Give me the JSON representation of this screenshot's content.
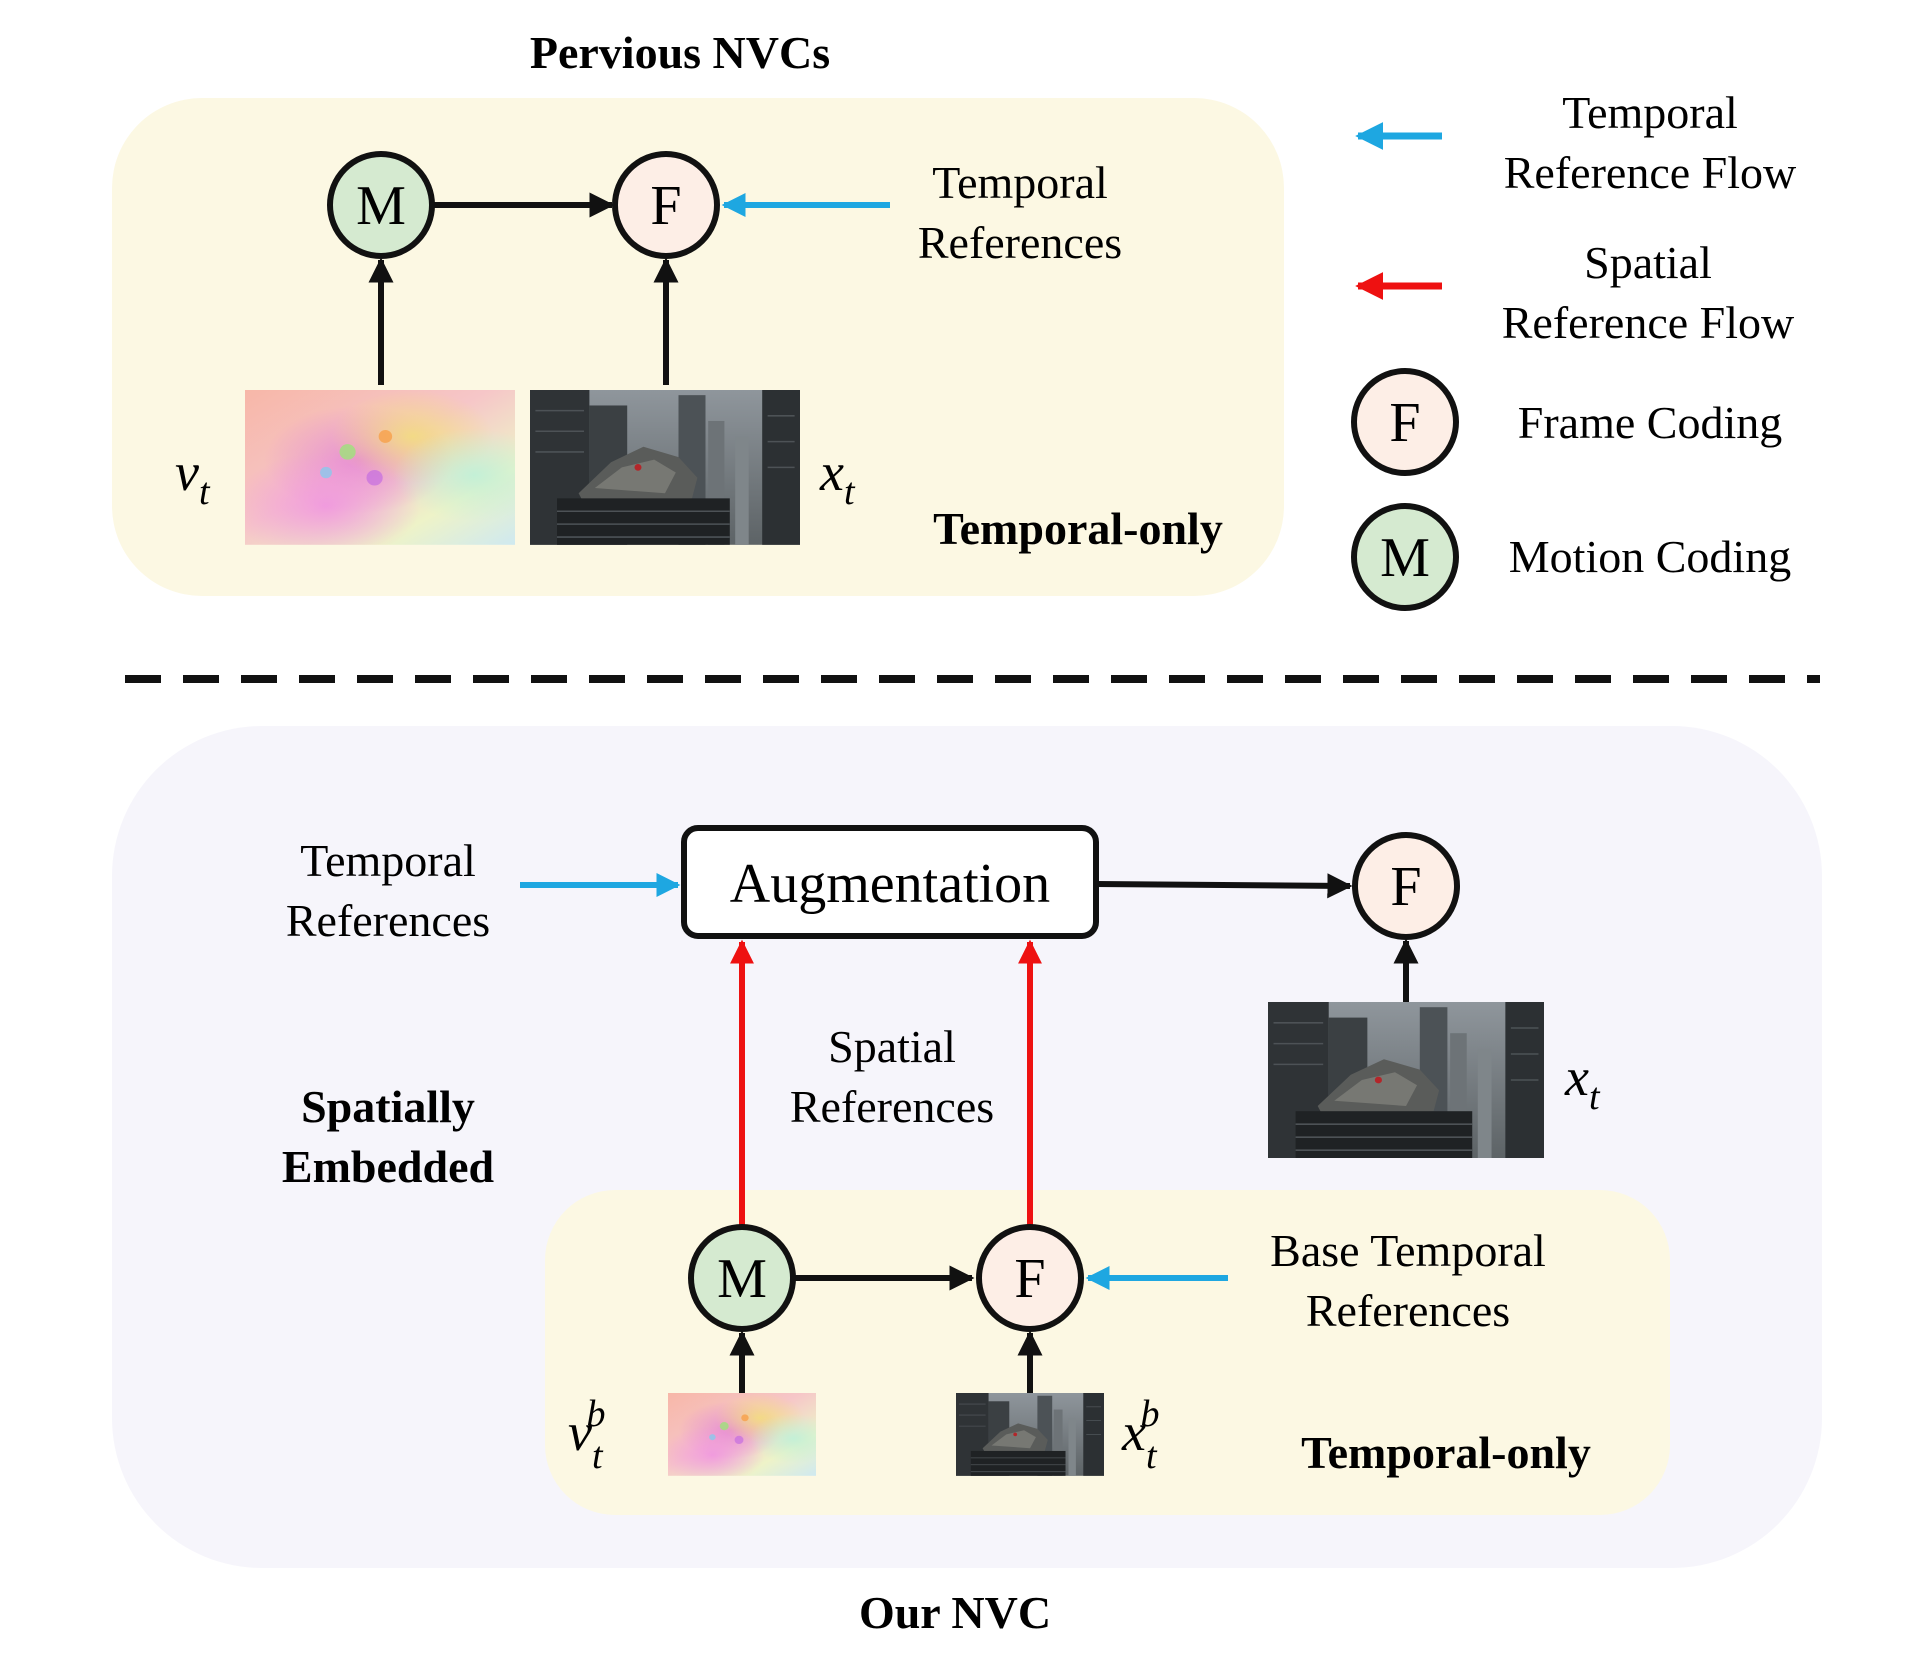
{
  "colors": {
    "temporal_flow": "#1ea7e1",
    "spatial_flow": "#ee1111",
    "frame_node_fill": "#fdeee6",
    "motion_node_fill": "#d5ead0",
    "top_panel_bg": "#fcf8e3",
    "bottom_panel_bg": "#f6f5fb",
    "inner_panel_bg": "#fcf8e3"
  },
  "top": {
    "title": "Pervious NVCs",
    "node_m": "M",
    "node_f": "F",
    "temporal_refs_line1": "Temporal",
    "temporal_refs_line2": "References",
    "label_v": "v",
    "label_v_sub": "t",
    "label_x": "x",
    "label_x_sub": "t",
    "mode": "Temporal-only"
  },
  "legend": {
    "temporal_line1": "Temporal",
    "temporal_line2": "Reference Flow",
    "spatial_line1": "Spatial",
    "spatial_line2": "Reference Flow",
    "frame_symbol": "F",
    "frame_label": "Frame Coding",
    "motion_symbol": "M",
    "motion_label": "Motion Coding"
  },
  "bottom": {
    "title": "Our NVC",
    "temporal_refs_line1": "Temporal",
    "temporal_refs_line2": "References",
    "augmentation": "Augmentation",
    "node_f_out": "F",
    "label_x": "x",
    "label_x_sub": "t",
    "spatial_refs_line1": "Spatial",
    "spatial_refs_line2": "References",
    "mode_line1": "Spatially",
    "mode_line2": "Embedded",
    "node_m": "M",
    "node_f": "F",
    "base_refs_line1": "Base Temporal",
    "base_refs_line2": "References",
    "label_vb": "v",
    "label_vb_sub": "t",
    "label_vb_sup": "b",
    "label_xb": "x",
    "label_xb_sub": "t",
    "label_xb_sup": "b",
    "inner_mode": "Temporal-only"
  }
}
